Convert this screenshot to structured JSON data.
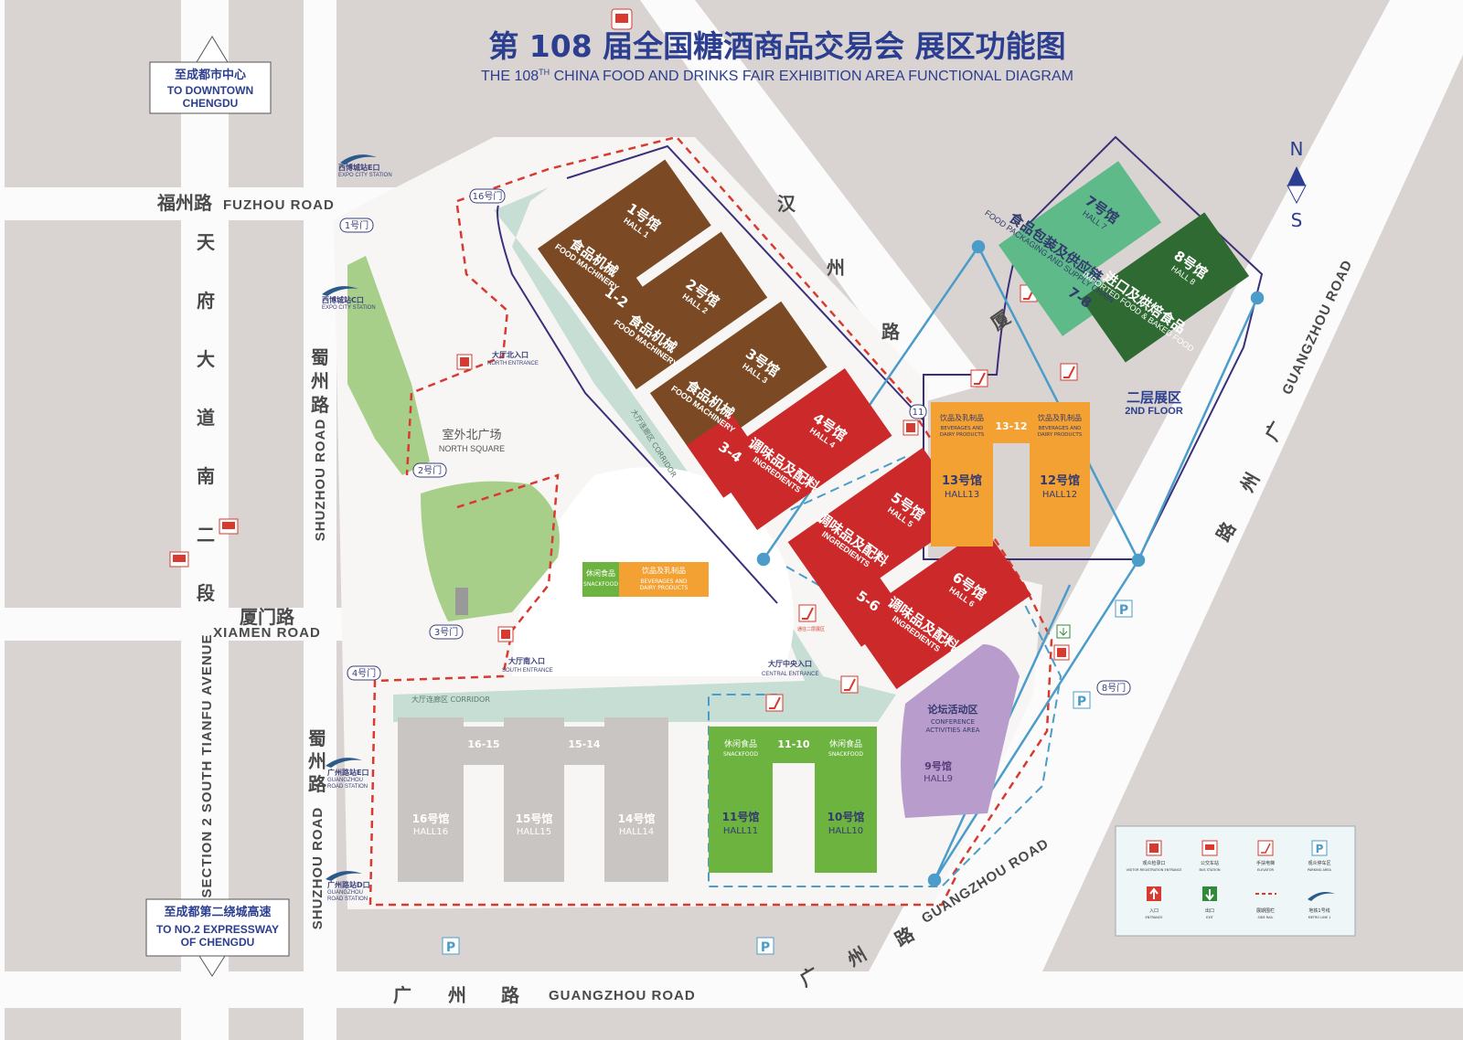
{
  "title": {
    "zh": "第 108 届全国糖酒商品交易会  展区功能图",
    "en_pre": "THE 108",
    "en_sup": "TH",
    "en_post": " CHINA FOOD AND DRINKS FAIR  EXHIBITION AREA FUNCTIONAL DIAGRAM"
  },
  "colors": {
    "title": "#2c3e8f",
    "food_machinery": "#7b4a24",
    "ingredients": "#cc2a2a",
    "beverages": "#f4a134",
    "snackfood": "#6cb33f",
    "packaging": "#5fba8a",
    "imported": "#2f6a33",
    "conference": "#b89ccb",
    "unused_hall": "#c9c5c2",
    "red_dash": "#d93a2f",
    "metro": "#4b9cc9",
    "purple_line": "#3a2f7a"
  },
  "compass": {
    "north": "N",
    "south": "S"
  },
  "directions": {
    "downtown_zh": "至成都市中心",
    "downtown_en1": "TO DOWNTOWN",
    "downtown_en2": "CHENGDU",
    "expressway_zh": "至成都第二绕城高速",
    "expressway_en1": "TO NO.2 EXPRESSWAY",
    "expressway_en2": "OF CHENGDU"
  },
  "roads": {
    "fuzhou_zh": "福州路",
    "fuzhou_en": "FUZHOU ROAD",
    "tianfu_chars": [
      "天",
      "府",
      "大",
      "道",
      "南",
      "二",
      "段"
    ],
    "tianfu_en": "SECTION 2 SOUTH TIANFU AVENUE",
    "shuzhou_chars": [
      "蜀",
      "州",
      "路"
    ],
    "shuzhou_en": "SHUZHOU ROAD",
    "xiamen_zh": "厦门路",
    "xiamen_en": "XIAMEN ROAD",
    "xiamen_char": "厦",
    "hanzhou_chars": [
      "汉",
      "州",
      "路"
    ],
    "guangzhou_chars": [
      "广",
      "州",
      "路"
    ],
    "guangzhou_en": "GUANGZHOU ROAD"
  },
  "stations": {
    "expo_e_zh": "西博城站E口",
    "expo_c_zh": "西博城站C口",
    "expo_en": "EXPO CITY STATION",
    "gz_e_zh": "广州路站E口",
    "gz_d_zh": "广州路站D口",
    "gz_en1": "GUANGZHOU",
    "gz_en2": "ROAD STATION"
  },
  "gates": [
    "16号门",
    "1号门",
    "2号门",
    "3号门",
    "4号门",
    "8号门",
    "11"
  ],
  "areas": {
    "north_square_zh": "室外北广场",
    "north_square_en": "NORTH SQUARE",
    "north_entrance_zh": "大厅北入口",
    "north_entrance_en": "NORTH ENTRANCE",
    "south_entrance_zh": "大厅南入口",
    "south_entrance_en": "SOUTH ENTRANCE",
    "central_entrance_zh": "大厅中央入口",
    "central_entrance_en": "CENTRAL ENTRANCE",
    "corridor_top": "大厅连廊区 CORRIDOR",
    "corridor_diag": "大厅连廊区 CORRIDOR",
    "second_floor_zh": "二层展区",
    "second_floor_en": "2ND FLOOR",
    "conference_zh": "论坛活动区",
    "conference_en1": "CONFERENCE",
    "conference_en2": "ACTIVITIES AREA",
    "escalator_note": "通往二层展区"
  },
  "halls": {
    "h1": {
      "num": "1号馆",
      "en": "HALL 1",
      "cat_zh": "食品机械",
      "cat_en": "FOOD MACHINERY"
    },
    "h2": {
      "num": "2号馆",
      "en": "HALL 2",
      "cat_zh": "食品机械",
      "cat_en": "FOOD MACHINERY"
    },
    "h3": {
      "num": "3号馆",
      "en": "HALL 3",
      "cat_zh": "食品机械",
      "cat_en": "FOOD MACHINERY"
    },
    "h4": {
      "num": "4号馆",
      "en": "HALL 4",
      "cat_zh": "调味品及配料",
      "cat_en": "INGREDIENTS"
    },
    "h5": {
      "num": "5号馆",
      "en": "HALL 5",
      "cat_zh": "调味品及配料",
      "cat_en": "INGREDIENTS"
    },
    "h6": {
      "num": "6号馆",
      "en": "HALL 6",
      "cat_zh": "调味品及配料",
      "cat_en": "INGREDIENTS"
    },
    "h7": {
      "num": "7号馆",
      "en": "HALL 7",
      "cat_zh": "食品包装及供应链",
      "cat_en": "FOOD PACKAGING AND SUPPLY CHAIN"
    },
    "h8": {
      "num": "8号馆",
      "en": "HALL 8",
      "cat_zh": "进口及烘焙食品",
      "cat_en": "IMPORTED FOOD & BAKED FOOD"
    },
    "h9": {
      "num": "9号馆",
      "en": "HALL9"
    },
    "h10": {
      "num": "10号馆",
      "en": "HALL10",
      "cat_zh": "休闲食品",
      "cat_en": "SNACKFOOD"
    },
    "h11": {
      "num": "11号馆",
      "en": "HALL11",
      "cat_zh": "休闲食品",
      "cat_en": "SNACKFOOD"
    },
    "h12": {
      "num": "12号馆",
      "en": "HALL12",
      "cat_zh": "饮品及乳制品",
      "cat_en1": "BEVERAGES AND",
      "cat_en2": "DAIRY PRODUCTS"
    },
    "h13": {
      "num": "13号馆",
      "en": "HALL13",
      "cat_zh": "饮品及乳制品",
      "cat_en1": "BEVERAGES AND",
      "cat_en2": "DAIRY PRODUCTS"
    },
    "h14": {
      "num": "14号馆",
      "en": "HALL14"
    },
    "h15": {
      "num": "15号馆",
      "en": "HALL15"
    },
    "h16": {
      "num": "16号馆",
      "en": "HALL16"
    },
    "links": {
      "l12": "1-2",
      "l34": "3-4",
      "l56": "5-6",
      "l78": "7-8",
      "l1312": "13-12",
      "l1110": "11-10",
      "l1615": "16-15",
      "l1514": "15-14"
    }
  },
  "mini_key": {
    "snack_zh": "休闲食品",
    "snack_en": "SNACKFOOD",
    "bev_zh": "饮品及乳制品",
    "bev_en1": "BEVERAGES AND",
    "bev_en2": "DAIRY PRODUCTS"
  },
  "parking": "P",
  "legend": [
    {
      "icon": "visitor-registration-icon",
      "zh": "观众检录口",
      "en": "VISITOR REGISTRATION ENTRANCE"
    },
    {
      "icon": "bus-station-icon",
      "zh": "公交车站",
      "en": "BUS STATION"
    },
    {
      "icon": "escalator-icon",
      "zh": "手扶电梯",
      "en": "ELEVATOR"
    },
    {
      "icon": "parking-icon",
      "zh": "观众停车区",
      "en": "PARKING AREA"
    },
    {
      "icon": "entrance-icon",
      "zh": "入口",
      "en": "ENTRANCE"
    },
    {
      "icon": "exit-icon",
      "zh": "出口",
      "en": "EXIT"
    },
    {
      "icon": "red-dash-line-icon",
      "zh": "展期围栏",
      "en": "SIDE RAIL"
    },
    {
      "icon": "metro-line-icon",
      "zh": "地铁1号线",
      "en": "METRO LINE 1"
    }
  ]
}
